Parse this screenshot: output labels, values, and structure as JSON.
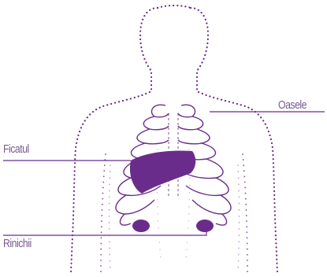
{
  "labels": {
    "bones": "Oasele",
    "liver": "Ficatul",
    "kidneys": "Rinichii"
  },
  "colors": {
    "accent": "#6a2c8a",
    "outline": "#6a2c8a",
    "leader_line": "#6a2c8a",
    "label_text": "#7a5a90",
    "background": "#ffffff"
  },
  "icons": [
    "body-silhouette-icon",
    "ribcage-icon",
    "liver-icon",
    "kidney-icon"
  ]
}
